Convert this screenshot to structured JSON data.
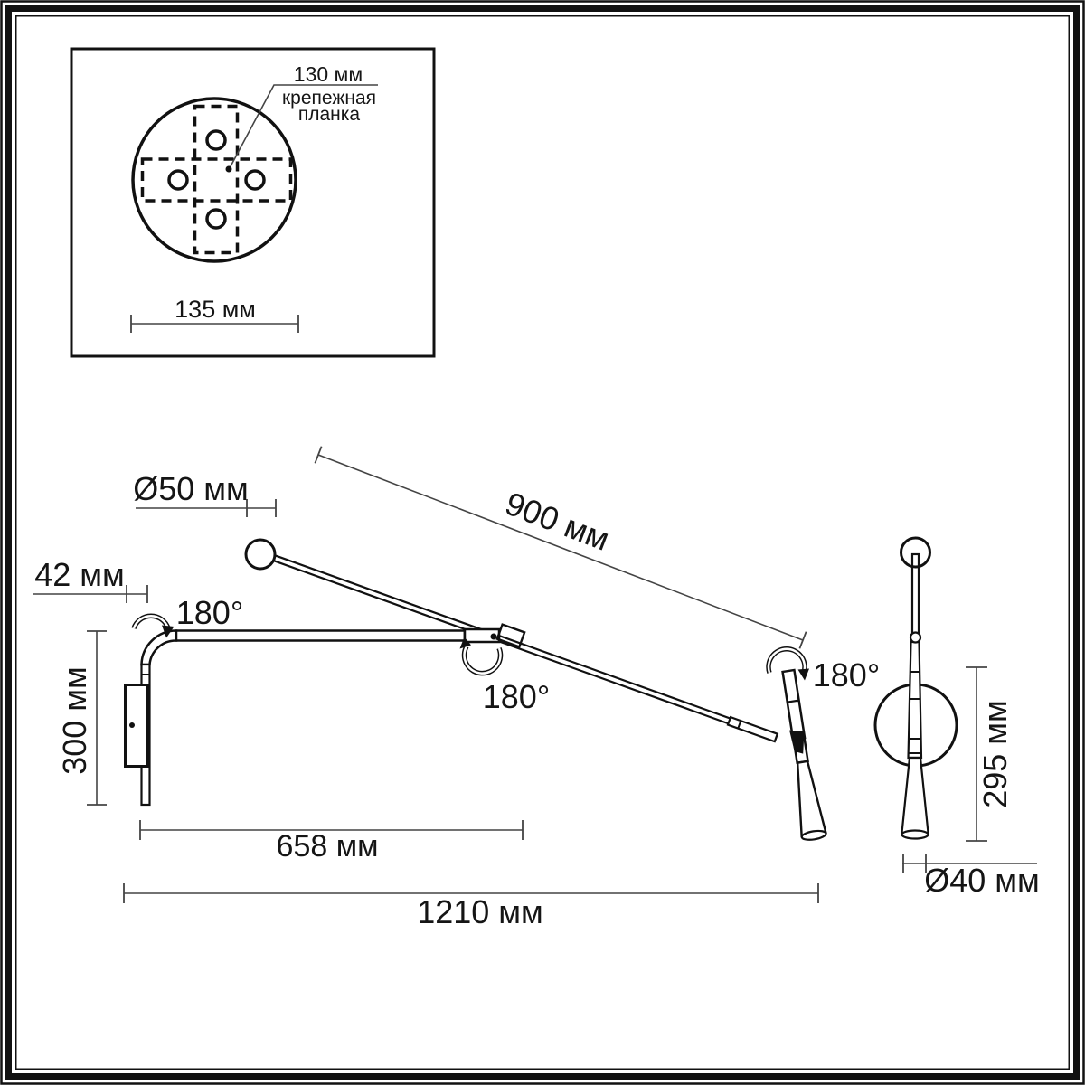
{
  "drawing": {
    "inset": {
      "dim_130": "130 мм",
      "bracket_line1": "крепежная",
      "bracket_line2": "планка",
      "dim_135": "135 мм"
    },
    "main_view": {
      "dim_diameter_ball": "Ø50 мм",
      "dim_wall_offset": "42 мм",
      "dim_bracket_height": "300 мм",
      "dim_long_arm": "900 мм",
      "dim_arm_reach": "658 мм",
      "dim_total_reach": "1210 мм",
      "rotation_elbow": "180°",
      "rotation_pivot": "180°",
      "rotation_head": "180°"
    },
    "side_view": {
      "dim_height": "295 мм",
      "dim_diameter_shade": "Ø40 мм"
    },
    "colors": {
      "line": "#151515",
      "dimension": "#444444",
      "background": "#ffffff"
    }
  }
}
